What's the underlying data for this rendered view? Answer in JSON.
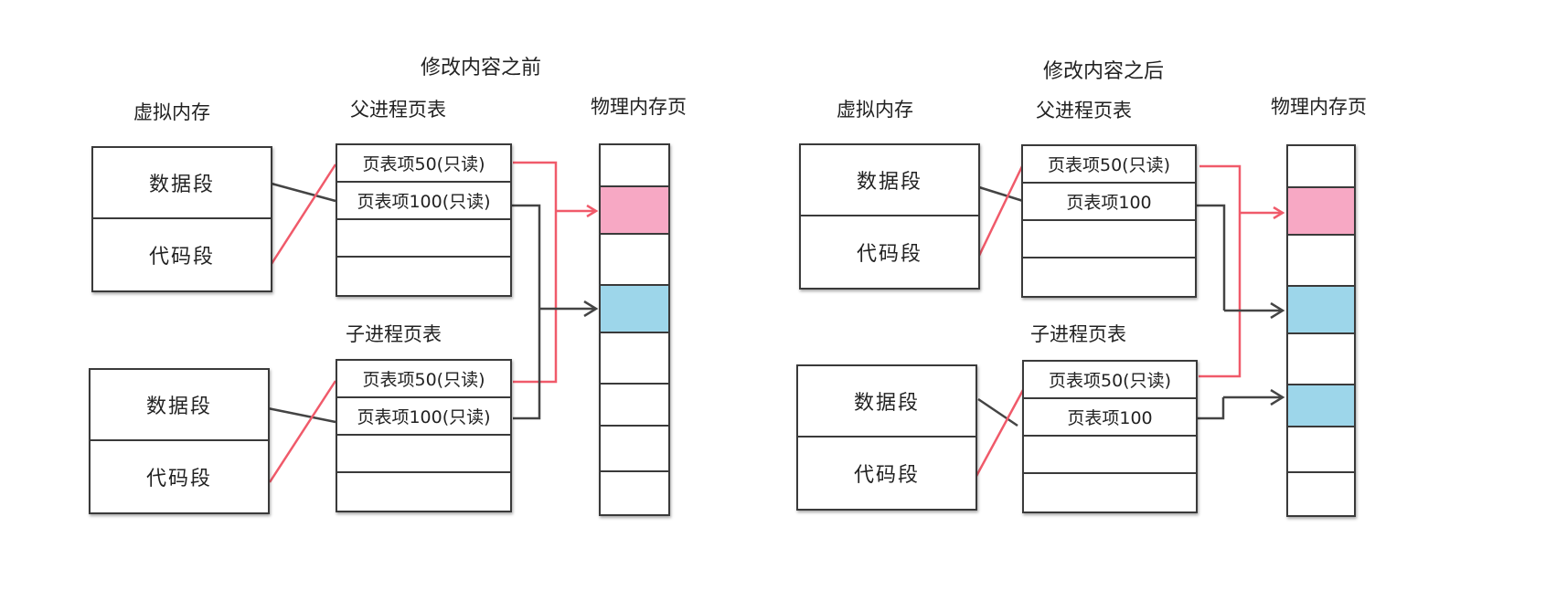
{
  "colors": {
    "shared_link": "#f05a6a",
    "link": "#444444",
    "pink_page": "#f7a8c4",
    "blue_page": "#9dd6ea",
    "border": "#3a3a3a"
  },
  "before": {
    "title": "修改内容之前",
    "virtual_memory_label": "虚拟内存",
    "parent_table_label": "父进程页表",
    "child_table_label": "子进程页表",
    "physical_memory_label": "物理内存页",
    "vm_parent": {
      "data_segment": "数据段",
      "code_segment": "代码段"
    },
    "vm_child": {
      "data_segment": "数据段",
      "code_segment": "代码段"
    },
    "parent_entries": [
      "页表项50(只读)",
      "页表项100(只读)",
      "",
      ""
    ],
    "child_entries": [
      "页表项50(只读)",
      "页表项100(只读)",
      "",
      ""
    ]
  },
  "after": {
    "title": "修改内容之后",
    "virtual_memory_label": "虚拟内存",
    "parent_table_label": "父进程页表",
    "child_table_label": "子进程页表",
    "physical_memory_label": "物理内存页",
    "vm_parent": {
      "data_segment": "数据段",
      "code_segment": "代码段"
    },
    "vm_child": {
      "data_segment": "数据段",
      "code_segment": "代码段"
    },
    "parent_entries": [
      "页表项50(只读)",
      "页表项100",
      "",
      ""
    ],
    "child_entries": [
      "页表项50(只读)",
      "页表项100",
      "",
      ""
    ]
  }
}
